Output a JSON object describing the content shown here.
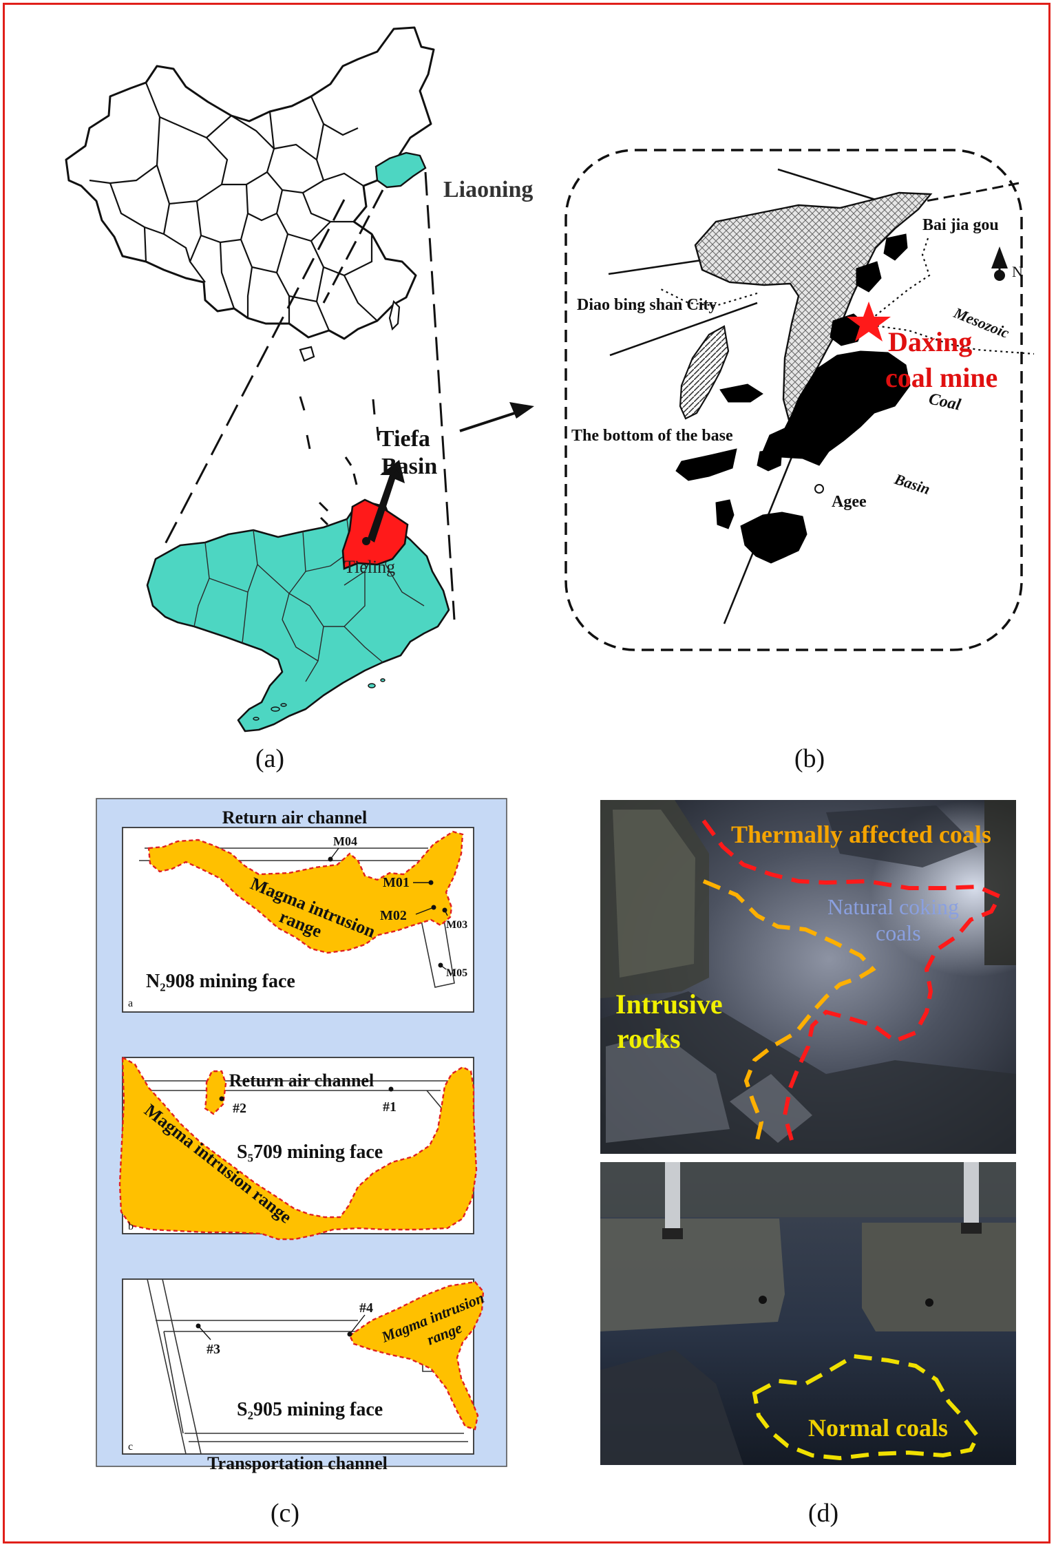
{
  "panel_a": {
    "label": "(a)",
    "province_label": "Liaoning",
    "basin_label_line1": "Tiefa",
    "basin_label_line2": "Basin",
    "city_label": "Tieling"
  },
  "panel_b": {
    "label": "(b)",
    "bai_jia_gou": "Bai jia gou",
    "north": "N",
    "diao_bing_shan": "Diao bing shan City",
    "mesozoic": "Mesozoic",
    "mine_line1": "Daxing",
    "mine_line2": "coal mine",
    "coal": "Coal",
    "bottom_base": "The bottom of the base",
    "agee": "Agee",
    "basin": "Basin"
  },
  "panel_c": {
    "label": "(c)",
    "face_a": {
      "channel": "Return air channel",
      "intrusion_line1": "Magma intrusion",
      "intrusion_line2": "range",
      "face_name": "N₂908 mining face",
      "points": [
        "M04",
        "M01",
        "M02",
        "M03",
        "M05"
      ],
      "sub": "a"
    },
    "face_b": {
      "channel": "Return air channel",
      "intrusion": "Magma intrusion range",
      "face_name": "S₅709 mining face",
      "points": [
        "#2",
        "#1"
      ],
      "sub": "b"
    },
    "face_c": {
      "intrusion_line1": "Magma intrusion",
      "intrusion_line2": "range",
      "face_name": "S₂905 mining face",
      "points": [
        "#4",
        "#3"
      ],
      "channel": "Transportation channel",
      "sub": "c"
    }
  },
  "panel_d": {
    "label": "(d)",
    "thermal": "Thermally affected coals",
    "natural_line1": "Natural coking",
    "natural_line2": "coals",
    "intrusive_line1": "Intrusive",
    "intrusive_line2": "rocks",
    "normal": "Normal coals"
  },
  "colors": {
    "frame": "#e0201a",
    "liaoning_fill": "#4dd6c2",
    "tieling_fill": "#ff1a1a",
    "panel_c_bg": "#c6d9f5",
    "intrusion_fill": "#ffc000",
    "intrusion_border": "#e02020",
    "thermal_text": "#f5a400",
    "natural_text": "#8aa0e0",
    "intrusive_text": "#f0f000",
    "normal_text": "#f0d000"
  }
}
